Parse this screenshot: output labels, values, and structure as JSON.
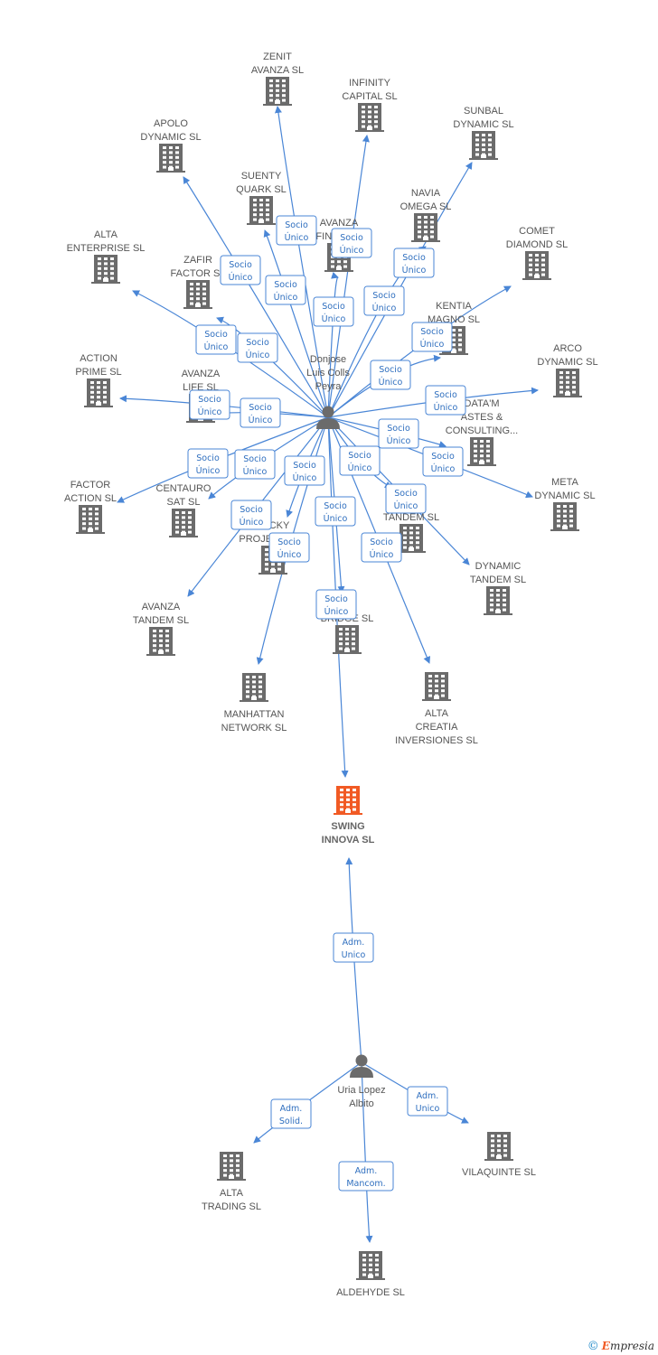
{
  "people": [
    {
      "id": "p1",
      "label": [
        "Donjose",
        "Luis Colls",
        "Peyra"
      ]
    },
    {
      "id": "p2",
      "label": [
        "Uria Lopez",
        "Albito"
      ]
    }
  ],
  "target": {
    "id": "t",
    "label": [
      "SWING",
      "INNOVA SL"
    ],
    "color": "#f15a24"
  },
  "companies": [
    {
      "id": "c1",
      "label": [
        "ZENIT",
        "AVANZA SL"
      ]
    },
    {
      "id": "c2",
      "label": [
        "INFINITY",
        "CAPITAL SL"
      ]
    },
    {
      "id": "c3",
      "label": [
        "SUNBAL",
        "DYNAMIC SL"
      ]
    },
    {
      "id": "c4",
      "label": [
        "APOLO",
        "DYNAMIC SL"
      ]
    },
    {
      "id": "c5",
      "label": [
        "SUENTY",
        "QUARK SL"
      ]
    },
    {
      "id": "c6",
      "label": [
        "AVANZA",
        "FINITY SL"
      ]
    },
    {
      "id": "c7",
      "label": [
        "NAVIA",
        "OMEGA SL"
      ]
    },
    {
      "id": "c8",
      "label": [
        "COMET",
        "DIAMOND SL"
      ]
    },
    {
      "id": "c9",
      "label": [
        "ALTA",
        "ENTERPRISE SL"
      ]
    },
    {
      "id": "c10",
      "label": [
        "ZAFIR",
        "FACTOR SL"
      ]
    },
    {
      "id": "c11",
      "label": [
        "KENTIA",
        "MAGNO SL"
      ]
    },
    {
      "id": "c12",
      "label": [
        "ACTION",
        "PRIME SL"
      ]
    },
    {
      "id": "c13",
      "label": [
        "AVANZA",
        "LIFE SL"
      ]
    },
    {
      "id": "c14",
      "label": [
        "ARCO",
        "DYNAMIC SL"
      ]
    },
    {
      "id": "c15",
      "label": [
        "DATA'M",
        "ASTES &",
        "CONSULTING..."
      ]
    },
    {
      "id": "c16",
      "label": [
        "FACTOR",
        "ACTION SL"
      ]
    },
    {
      "id": "c17",
      "label": [
        "CENTAURO",
        "SAT SL"
      ]
    },
    {
      "id": "c18",
      "label": [
        "LUCKY",
        "PROJECTS SL"
      ]
    },
    {
      "id": "c19",
      "label": [
        "META",
        "DYNAMIC SL"
      ]
    },
    {
      "id": "c20",
      "label": [
        "TANDEM SL"
      ]
    },
    {
      "id": "c21",
      "label": [
        "DYNAMIC",
        "TANDEM SL"
      ]
    },
    {
      "id": "c22",
      "label": [
        "AVANZA",
        "TANDEM SL"
      ]
    },
    {
      "id": "c23",
      "label": [
        "BRIDGE SL"
      ]
    },
    {
      "id": "c24",
      "label": [
        "MANHATTAN",
        "NETWORK SL"
      ]
    },
    {
      "id": "c25",
      "label": [
        "ALTA",
        "CREATIA",
        "INVERSIONES SL"
      ]
    },
    {
      "id": "c26",
      "label": [
        "ALTA",
        "TRADING SL"
      ]
    },
    {
      "id": "c27",
      "label": [
        "VILAQUINTE SL"
      ]
    },
    {
      "id": "c28",
      "label": [
        "ALDEHYDE SL"
      ]
    }
  ],
  "edges": [
    {
      "from": "p1",
      "to": "c1",
      "label": [
        "Socio",
        "Único"
      ]
    },
    {
      "from": "p1",
      "to": "c2",
      "label": [
        "Socio",
        "Único"
      ]
    },
    {
      "from": "p1",
      "to": "c3",
      "label": [
        "Socio",
        "Único"
      ]
    },
    {
      "from": "p1",
      "to": "c4",
      "label": [
        "Socio",
        "Único"
      ]
    },
    {
      "from": "p1",
      "to": "c5",
      "label": [
        "Socio",
        "Único"
      ]
    },
    {
      "from": "p1",
      "to": "c6",
      "label": [
        "Socio",
        "Único"
      ]
    },
    {
      "from": "p1",
      "to": "c7",
      "label": [
        "Socio",
        "Único"
      ]
    },
    {
      "from": "p1",
      "to": "c8",
      "label": [
        "Socio",
        "Único"
      ]
    },
    {
      "from": "p1",
      "to": "c9",
      "label": [
        "Socio",
        "Único"
      ]
    },
    {
      "from": "p1",
      "to": "c10",
      "label": [
        "Socio",
        "Único"
      ]
    },
    {
      "from": "p1",
      "to": "c11",
      "label": [
        "Socio",
        "Único"
      ]
    },
    {
      "from": "p1",
      "to": "c12",
      "label": [
        "Socio",
        "Único"
      ]
    },
    {
      "from": "p1",
      "to": "c13",
      "label": [
        "Socio",
        "Único"
      ]
    },
    {
      "from": "p1",
      "to": "c14",
      "label": [
        "Socio",
        "Único"
      ]
    },
    {
      "from": "p1",
      "to": "c15",
      "label": [
        "Socio",
        "Único"
      ]
    },
    {
      "from": "p1",
      "to": "c16",
      "label": [
        "Socio",
        "Único"
      ]
    },
    {
      "from": "p1",
      "to": "c17",
      "label": [
        "Socio",
        "Único"
      ]
    },
    {
      "from": "p1",
      "to": "c18",
      "label": [
        "Socio",
        "Único"
      ]
    },
    {
      "from": "p1",
      "to": "c19",
      "label": [
        "Socio",
        "Único"
      ]
    },
    {
      "from": "p1",
      "to": "c20",
      "label": [
        "Socio",
        "Único"
      ]
    },
    {
      "from": "p1",
      "to": "c21",
      "label": [
        "Socio",
        "Único"
      ]
    },
    {
      "from": "p1",
      "to": "c22",
      "label": [
        "Socio",
        "Único"
      ]
    },
    {
      "from": "p1",
      "to": "c23",
      "label": [
        "Socio",
        "Único"
      ]
    },
    {
      "from": "p1",
      "to": "c24",
      "label": [
        "Socio",
        "Único"
      ]
    },
    {
      "from": "p1",
      "to": "c25",
      "label": [
        "Socio",
        "Único"
      ]
    },
    {
      "from": "p1",
      "to": "t",
      "label": [
        "Socio",
        "Único"
      ]
    },
    {
      "from": "p2",
      "to": "t",
      "label": [
        "Adm.",
        "Unico"
      ]
    },
    {
      "from": "p2",
      "to": "c26",
      "label": [
        "Adm.",
        "Solid."
      ]
    },
    {
      "from": "p2",
      "to": "c27",
      "label": [
        "Adm.",
        "Unico"
      ]
    },
    {
      "from": "p2",
      "to": "c28",
      "label": [
        "Adm.",
        "Mancom."
      ]
    }
  ],
  "colors": {
    "edge": "#4a86d6",
    "node": "#6b6b6b",
    "label_border": "#4a86d6",
    "label_text": "#2f6fbf"
  },
  "footer": {
    "copyright": "©",
    "brand_initial": "E",
    "brand_rest": "mpresia"
  }
}
